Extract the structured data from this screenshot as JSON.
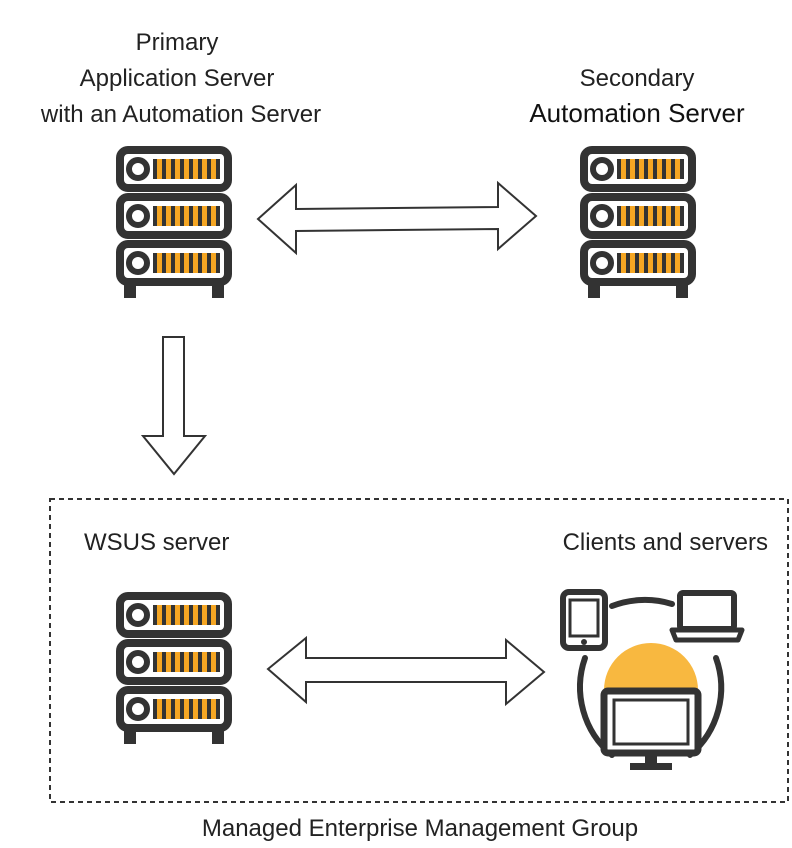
{
  "colors": {
    "stroke": "#333333",
    "accent": "#F5A623",
    "glow": "#F8B840",
    "text": "#222222"
  },
  "nodes": {
    "primary": {
      "label_lines": [
        "Primary",
        "Application Server",
        "with an Automation Server"
      ],
      "icon": "server-rack-icon"
    },
    "secondary": {
      "label_lines": [
        "Secondary",
        "Automation Server"
      ],
      "icon": "server-rack-icon"
    },
    "wsus": {
      "label": "WSUS server",
      "icon": "server-rack-icon"
    },
    "clients": {
      "label": "Clients and servers",
      "icons": [
        "tablet-icon",
        "laptop-icon",
        "monitor-icon"
      ]
    }
  },
  "group": {
    "label": "Managed Enterprise Management Group"
  },
  "connections": [
    {
      "from": "primary",
      "to": "secondary",
      "type": "bidirectional"
    },
    {
      "from": "primary",
      "to": "wsus",
      "type": "one-way"
    },
    {
      "from": "wsus",
      "to": "clients",
      "type": "bidirectional"
    }
  ]
}
